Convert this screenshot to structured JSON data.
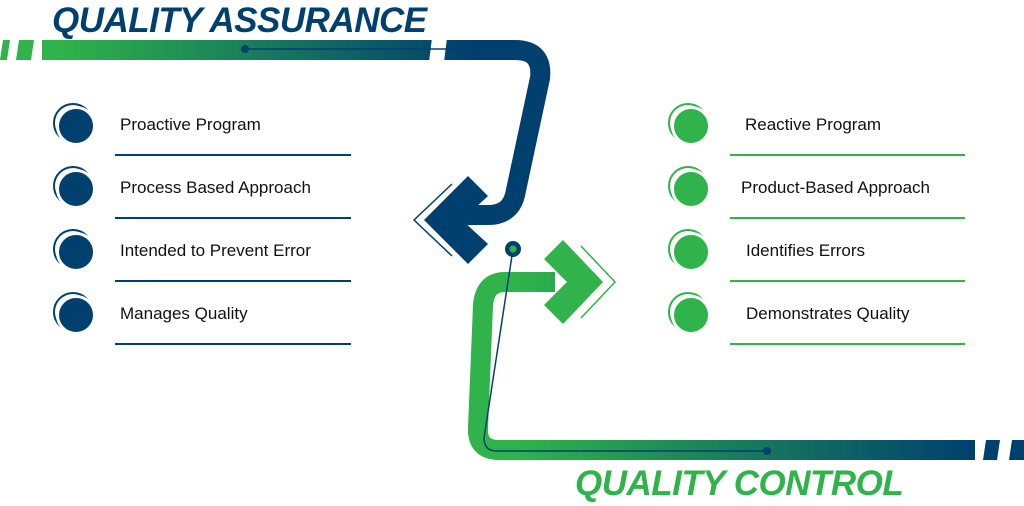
{
  "colors": {
    "navy": "#00406e",
    "green": "#2fb34a"
  },
  "quality_assurance": {
    "title": "QUALITY ASSURANCE",
    "items": [
      {
        "label": "Proactive Program"
      },
      {
        "label": "Process Based Approach"
      },
      {
        "label": "Intended to Prevent Error"
      },
      {
        "label": "Manages Quality"
      }
    ]
  },
  "quality_control": {
    "title": "QUALITY CONTROL",
    "items": [
      {
        "label": "Reactive Program"
      },
      {
        "label": "Product-Based Approach"
      },
      {
        "label": "Identifies Errors"
      },
      {
        "label": "Demonstrates Quality"
      }
    ]
  }
}
